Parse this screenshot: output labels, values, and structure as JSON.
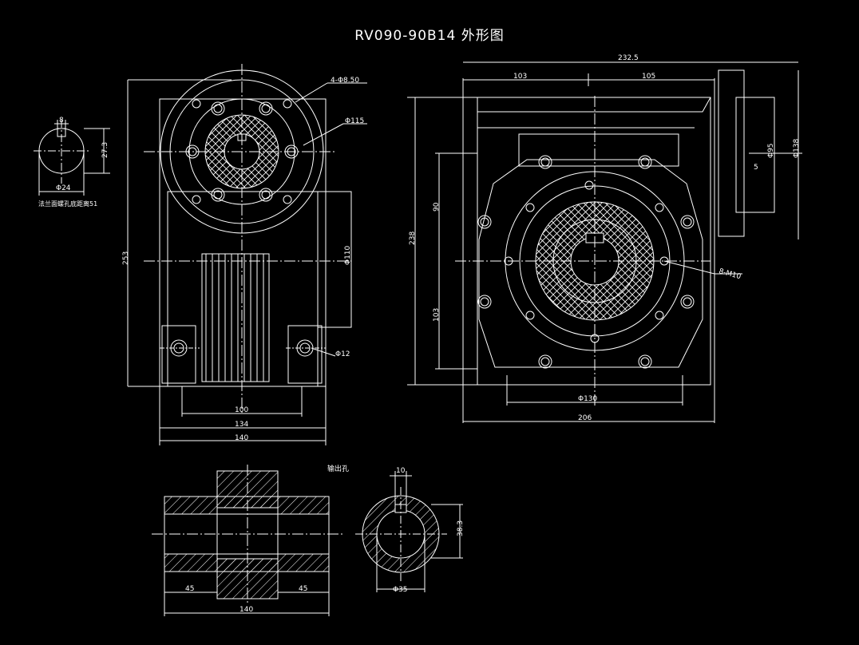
{
  "title": "RV090-90B14  外形图",
  "colors": {
    "background": "#000000",
    "line": "#ffffff",
    "center": "#ffffff"
  },
  "labels": {
    "key_width": "8",
    "key_height": "27.3",
    "bore_small": "Φ24",
    "flange_note": "法兰面螺孔底距离51",
    "flange_holes": "4-Φ8.50",
    "dia_115": "Φ115",
    "dia_110": "Φ110",
    "dia_12": "Φ12",
    "h_253": "253",
    "w_100": "100",
    "w_134": "134",
    "w_140": "140",
    "w_232": "232.5",
    "w_103_top": "103",
    "w_105": "105",
    "h_238": "238",
    "h_90": "90",
    "h_103": "103",
    "m10": "8-M10",
    "dia_130": "Φ130",
    "w_206": "206",
    "dia_95": "Φ95",
    "dia_138": "Φ138",
    "w_5": "5",
    "output_hole": "输出孔",
    "w_10": "10",
    "h_38": "38.3",
    "dia_35": "Φ35",
    "w_45_left": "45",
    "w_45_right": "45",
    "w_140_bottom": "140"
  }
}
